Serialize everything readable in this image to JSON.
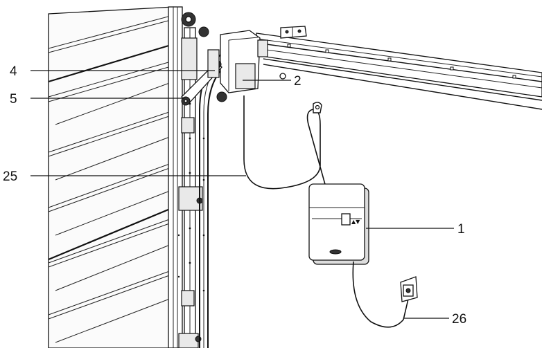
{
  "callouts": [
    {
      "id": "4",
      "label": "4"
    },
    {
      "id": "5",
      "label": "5"
    },
    {
      "id": "2",
      "label": "2"
    },
    {
      "id": "25",
      "label": "25"
    },
    {
      "id": "1",
      "label": "1"
    },
    {
      "id": "26",
      "label": "26"
    }
  ],
  "control_unit": {
    "arrows_symbol": "▲▼"
  },
  "colors": {
    "line": "#111111",
    "panel_fill": "#ffffff",
    "shade": "#e9e9e9"
  }
}
